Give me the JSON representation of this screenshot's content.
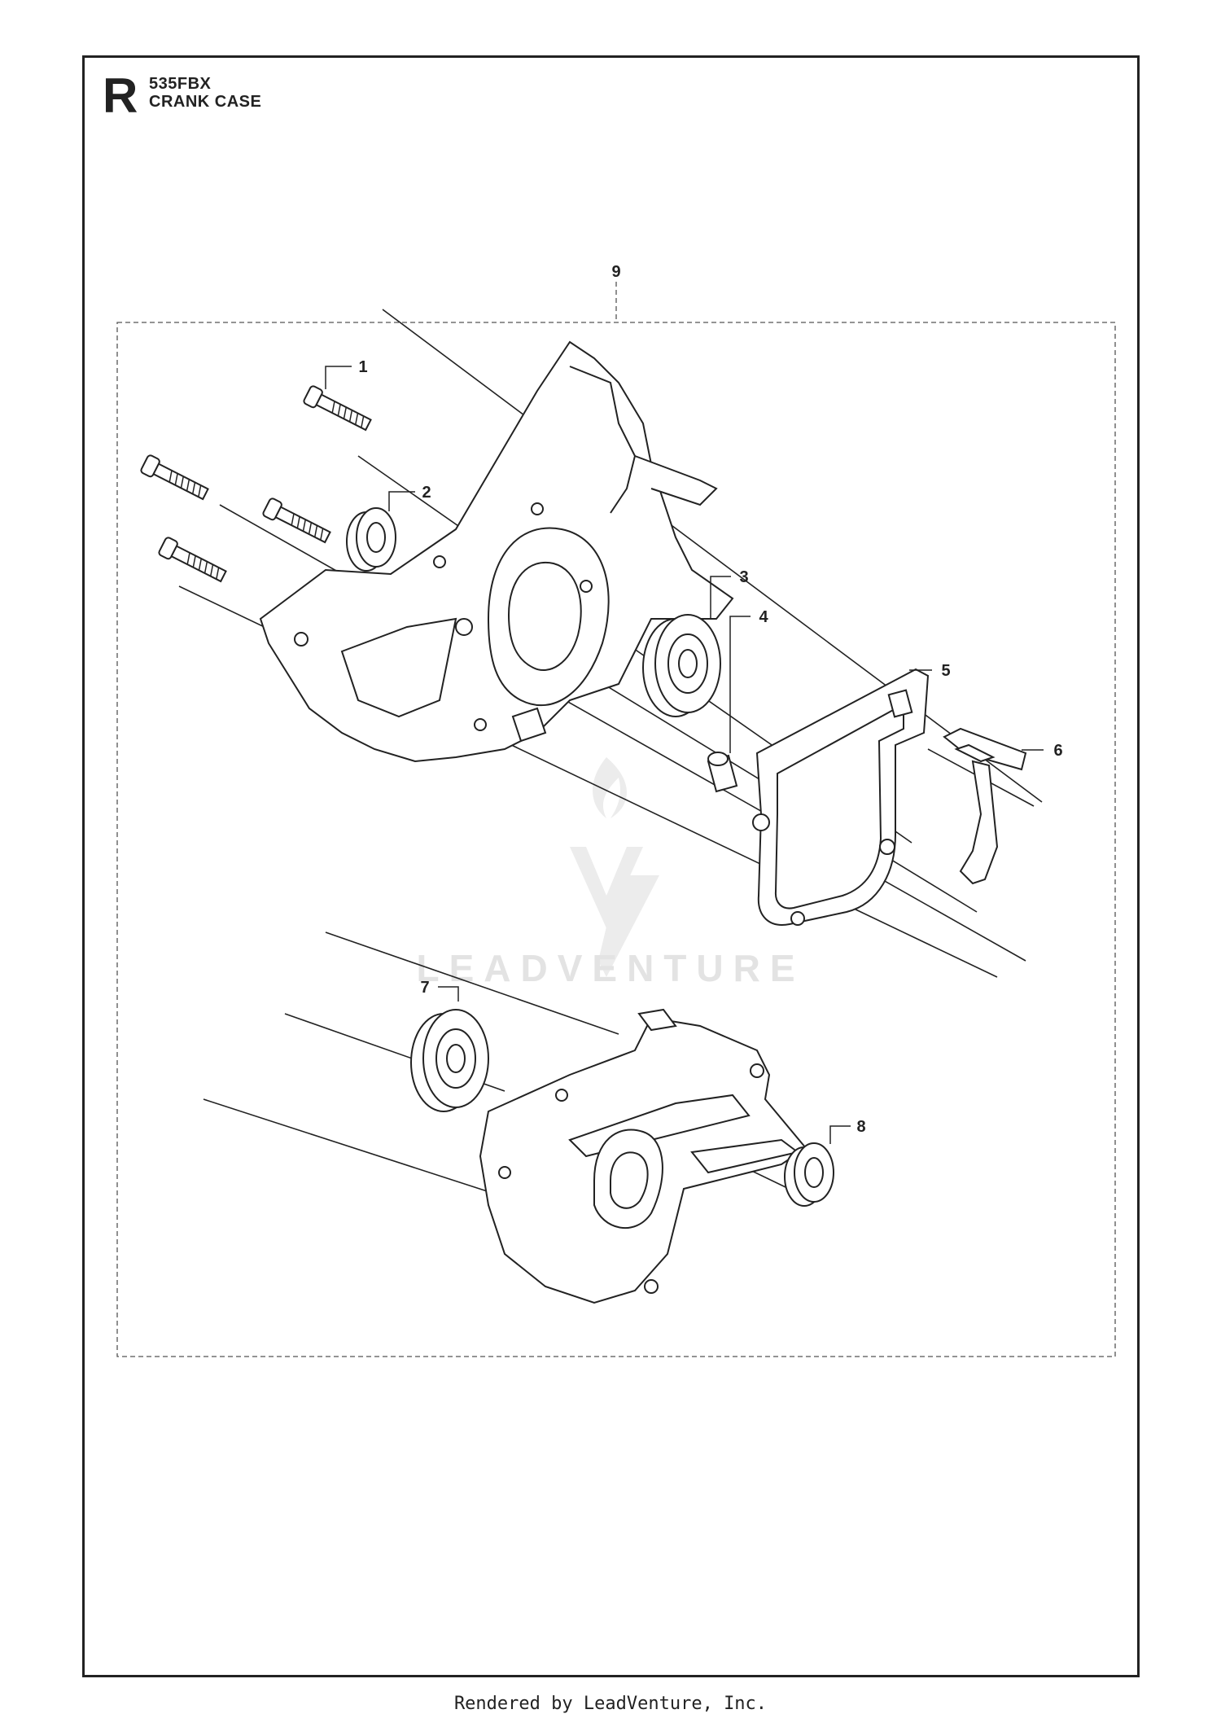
{
  "header": {
    "section_letter": "R",
    "model": "535FBX",
    "title": "CRANK CASE"
  },
  "callouts": [
    {
      "number": "1",
      "part": "screw"
    },
    {
      "number": "2",
      "part": "seal-ring"
    },
    {
      "number": "3",
      "part": "ball-bearing"
    },
    {
      "number": "4",
      "part": "sleeve"
    },
    {
      "number": "5",
      "part": "gasket"
    },
    {
      "number": "6",
      "part": "bracket"
    },
    {
      "number": "7",
      "part": "ball-bearing"
    },
    {
      "number": "8",
      "part": "seal-ring"
    },
    {
      "number": "9",
      "part": "crank-case-assembly"
    }
  ],
  "watermark": "LEADVENTURE",
  "footer": "Rendered by LeadVenture, Inc.",
  "colors": {
    "line": "#222222",
    "watermark": "#e3e3e3"
  }
}
